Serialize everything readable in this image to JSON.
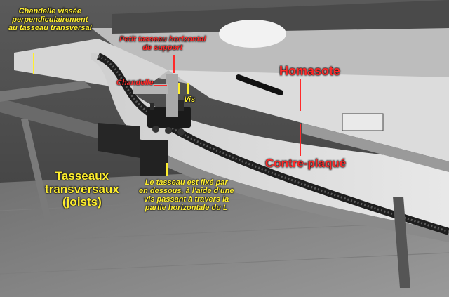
{
  "labels": {
    "chandelle_vissee": [
      "Chandelle vissée",
      "perpendiculairement",
      "au tasseau transversal"
    ],
    "petit_tasseau": [
      "Petit tasseau horizontal",
      "de support"
    ],
    "chandelle": "Chandelle",
    "vis": "Vis",
    "homasote": "Homasote",
    "contre_plaque": "Contre-plaqué",
    "tasseaux": [
      "Tasseaux",
      "transversaux",
      "(joists)"
    ],
    "tasseau_fixe": [
      "Le tasseau est fixé par",
      "en dessous, à l'aide d'une",
      "vis passant à travers la",
      "partie horizontale du L"
    ]
  },
  "colors": {
    "annotation_yellow": "#ffef2e",
    "annotation_red": "#ff2a2a"
  }
}
